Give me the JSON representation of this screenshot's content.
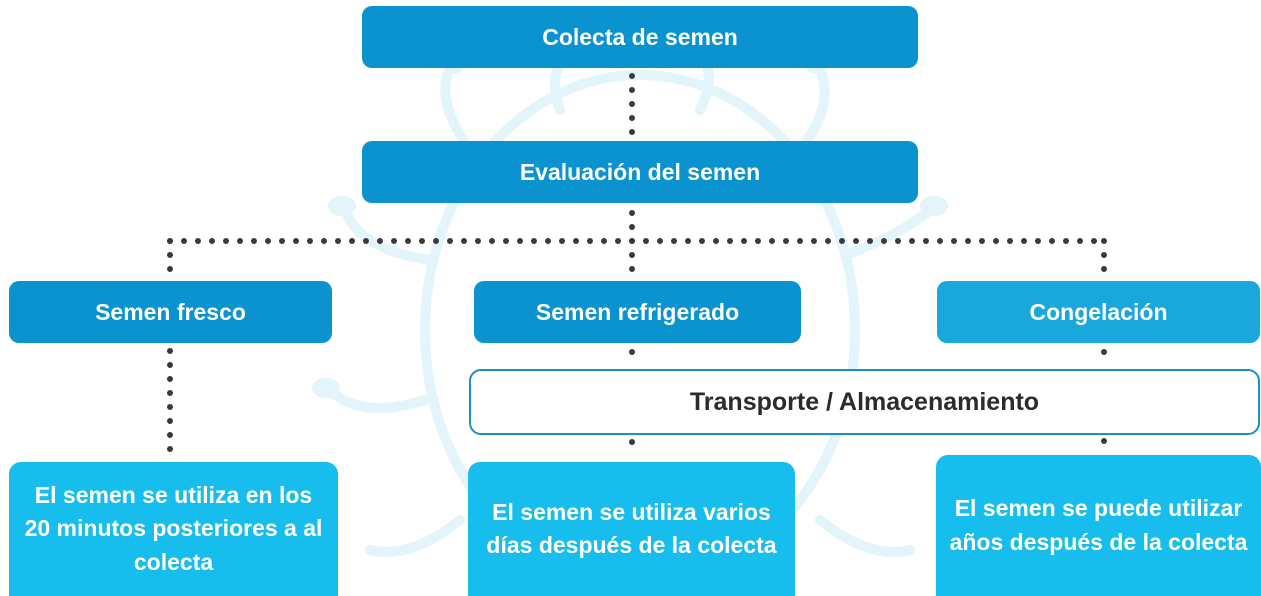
{
  "diagram": {
    "colors": {
      "dark_box": "#0a93cf",
      "mid_box": "#1aa7dc",
      "light_box": "#17bdec",
      "outline": "#1a8fc9",
      "dots": "#3a3a3a",
      "background_motif": "#e4f4fb"
    },
    "nodes": {
      "colecta": "Colecta de semen",
      "evaluacion": "Evaluación del semen",
      "fresco": "Semen fresco",
      "refrigerado": "Semen refrigerado",
      "congelacion": "Congelación",
      "transporte": "Transporte / Almacenamiento",
      "out_fresco": "El semen se utiliza en los 20 minutos posteriores a al colecta",
      "out_refrigerado": "El semen se utiliza varios días después de la colecta",
      "out_congelacion": "El semen se puede utilizar años después de la colecta"
    },
    "edges": [
      {
        "from": "colecta",
        "to": "evaluacion"
      },
      {
        "from": "evaluacion",
        "to": "fresco"
      },
      {
        "from": "evaluacion",
        "to": "refrigerado"
      },
      {
        "from": "evaluacion",
        "to": "congelacion"
      },
      {
        "from": "fresco",
        "to": "out_fresco"
      },
      {
        "from": "refrigerado",
        "to": "transporte"
      },
      {
        "from": "congelacion",
        "to": "transporte"
      },
      {
        "from": "transporte",
        "to": "out_refrigerado"
      },
      {
        "from": "transporte",
        "to": "out_congelacion"
      }
    ]
  }
}
